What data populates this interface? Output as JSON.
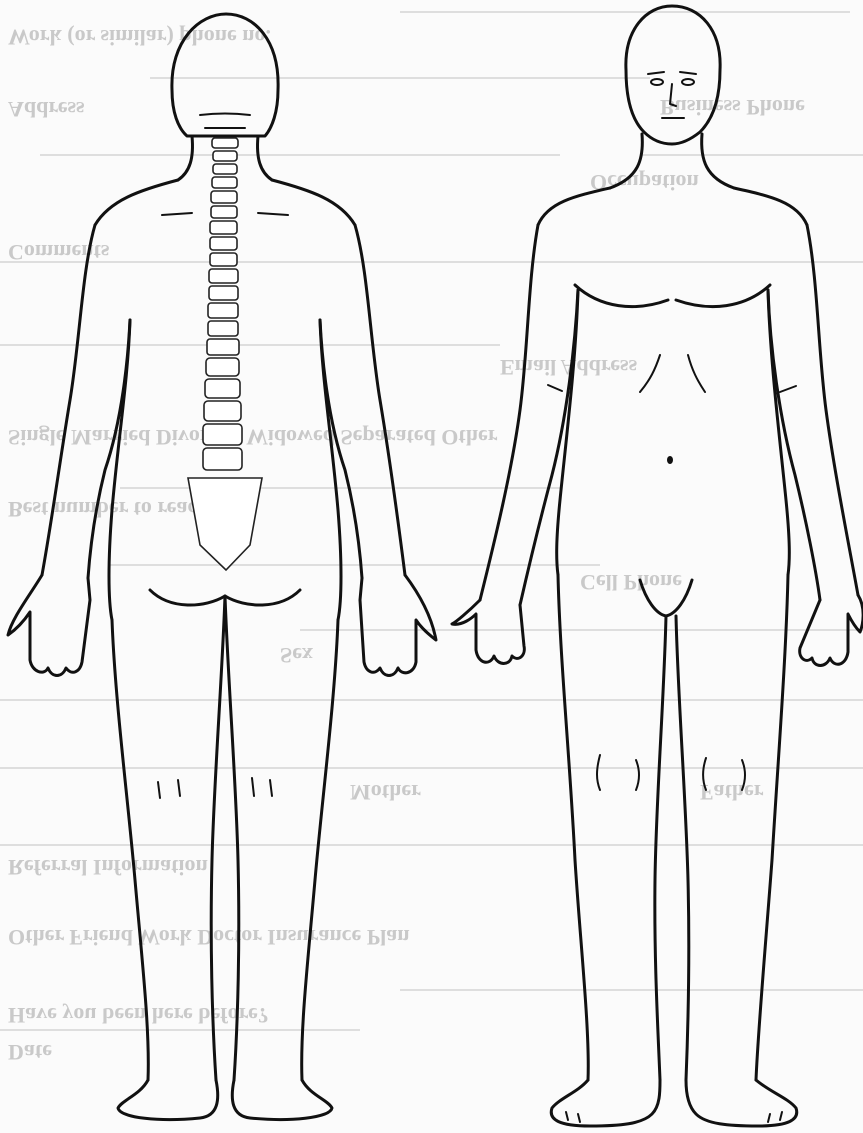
{
  "diagram": {
    "type": "body-chart",
    "views": [
      {
        "id": "back",
        "label": ""
      },
      {
        "id": "front",
        "label": ""
      }
    ]
  },
  "bleed_through_text": [
    "Work (or similar) phone no.",
    "Address",
    "Business Phone",
    "Occupation",
    "Comments",
    "Email Address",
    "Single  Married  Divorced  Widowed  Separated  Other",
    "Best number to reach",
    "Cell Phone",
    "Sex",
    "Mother",
    "Father",
    "Referral Information",
    "Other  Friend  Work  Doctor  Insurance Plan",
    "Have you been here before?",
    "Date"
  ]
}
